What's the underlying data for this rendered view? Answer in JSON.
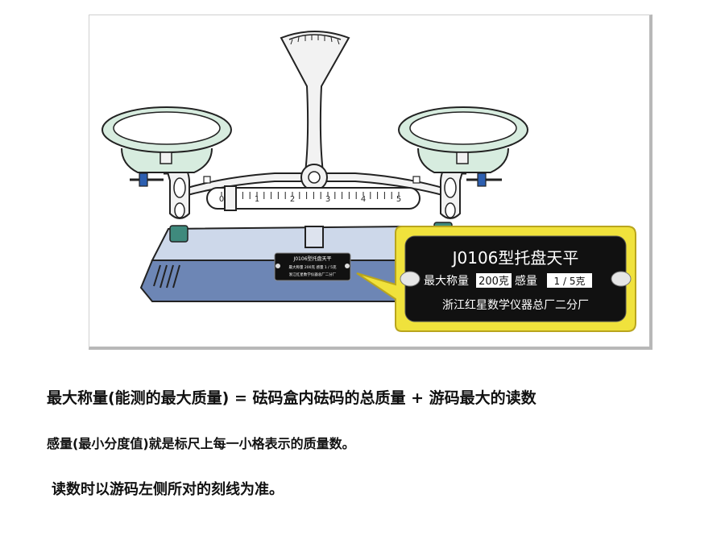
{
  "plate": {
    "title": "J0106型托盘天平",
    "max_label": "最大称量",
    "max_value": "200克",
    "sens_label": "感量",
    "sens_value": "1 / 5克",
    "maker": "浙江红星数学仪器总厂二分厂"
  },
  "scale": {
    "tick_labels": [
      "0",
      "1",
      "2",
      "3",
      "4",
      "5"
    ]
  },
  "captions": {
    "line1": "最大称量(能测的最大质量) = 砝码盒内砝码的总质量 + 游码最大的读数",
    "line2": "感量(最小分度值)就是标尺上每一小格表示的质量数。",
    "line3": "读数时以游码左侧所对的刻线为准。"
  },
  "colors": {
    "base_top": "#cdd8ea",
    "base_front": "#6d86b5",
    "pan": "#d7ecdf",
    "callout_border": "#f0e23c",
    "callout_fill": "#111111",
    "feet": "#3f8a7d"
  }
}
